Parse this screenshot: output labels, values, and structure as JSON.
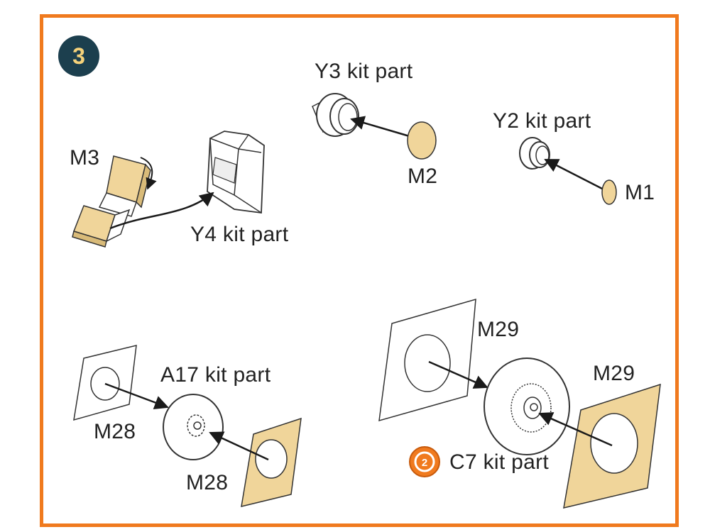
{
  "step": {
    "number": "3"
  },
  "labels": {
    "y3": "Y3 kit part",
    "y2": "Y2 kit part",
    "y4": "Y4 kit part",
    "a17": "A17 kit part",
    "c7": "C7 kit part",
    "m1": "M1",
    "m2": "M2",
    "m3": "M3",
    "m28_top": "M28",
    "m28_bottom": "M28",
    "m29_top": "M29",
    "m29_right": "M29"
  },
  "colors": {
    "frame": "#f07a1e",
    "badge": "#1c3f4e",
    "badge_text": "#f6d27a",
    "etched_part": "#f0d59a",
    "line": "#1a1a1a"
  },
  "icons": {
    "c7_marker": "orange-circled-2-icon"
  }
}
